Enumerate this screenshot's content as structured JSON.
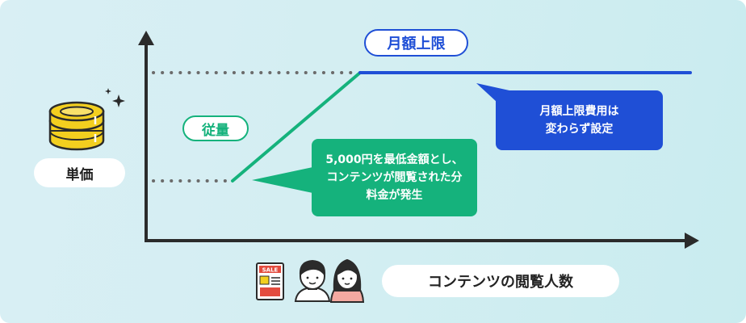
{
  "labels": {
    "cap": "月額上限",
    "conventional": "従量",
    "unit_price": "単価",
    "x_axis": "コンテンツの閲覧人数",
    "sale_sign": "SALE"
  },
  "callouts": {
    "cap_note_lines": [
      "月額上限費用は",
      "変わらず設定"
    ],
    "pay_per_use_lines": [
      "5,000円を最低金額とし、",
      "コンテンツが閲覧された分",
      "料金が発生"
    ]
  },
  "colors": {
    "background": "#d5eef3",
    "axis": "#2b2b2b",
    "cap_line": "#1f4fd6",
    "usage_line": "#15b27c",
    "dotted_guide": "#6b6b6b",
    "coin": "#f3cf1f"
  },
  "icons": [
    "coin-stack-icon",
    "sparkle-icon",
    "sale-flyer-icon",
    "man-avatar-icon",
    "woman-avatar-icon"
  ]
}
